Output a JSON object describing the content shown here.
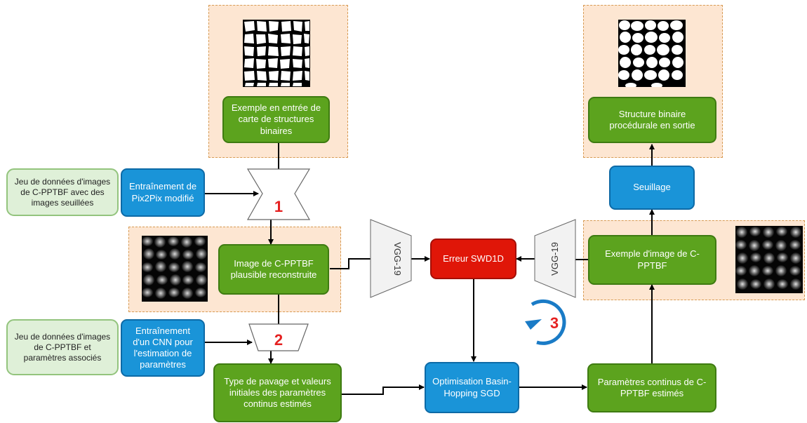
{
  "nodes": {
    "input_example": "Exemple en entrée de carte de structures binaires",
    "output_structure": "Structure binaire procédurale en sortie",
    "dataset1": "Jeu de données d'images de C-PPTBF avec des images seuillées",
    "train_pix2pix": "Entraînement de Pix2Pix modifié",
    "thresholding": "Seuillage",
    "reconstructed_image": "Image de C-PPTBF plausible reconstruite",
    "swd_error": "Erreur SWD1D",
    "example_image": "Exemple d'image de C-PPTBF",
    "dataset2": "Jeu de données d'images de C-PPTBF et paramètres associés",
    "train_cnn": "Entraînement d'un CNN pour l'estimation de paramètres",
    "tiling_type": "Type de pavage et valeurs initiales des paramètres continus estimés",
    "optimisation": "Optimisation Basin-Hopping SGD",
    "estimated_params": "Paramètres continus de C-PPTBF estimés"
  },
  "labels": {
    "vgg_left": "VGG-19",
    "vgg_right": "VGG-19"
  },
  "steps": {
    "one": "1",
    "two": "2",
    "three": "3"
  },
  "colors": {
    "process_green": "#5ca31e",
    "process_blue": "#1a94d8",
    "error_red": "#e01608",
    "dataset_green": "#dff0d8",
    "region_peach": "#fde6d2",
    "step_red": "#e52121"
  }
}
